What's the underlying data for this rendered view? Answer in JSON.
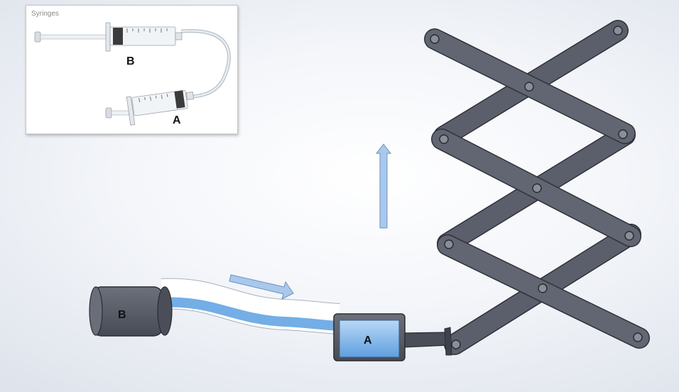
{
  "inset": {
    "title": "Syringes",
    "label_b": "B",
    "label_a": "A"
  },
  "diagram": {
    "cylinder_b_label": "B",
    "cylinder_a_label": "A"
  },
  "colors": {
    "link_gray": "#5b5f6b",
    "link_dark": "#3e424c",
    "fluid_blue": "#7fb2e6",
    "arrow_blue": "#a8c8ec",
    "arrow_outline": "#6f93bb"
  }
}
